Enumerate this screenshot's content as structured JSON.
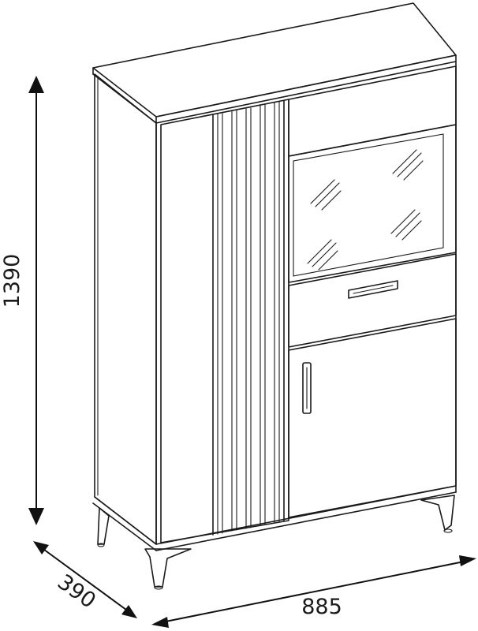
{
  "dimensions": {
    "height": "1390",
    "depth": "390",
    "width": "885"
  },
  "colors": {
    "line": "#1a1a1a",
    "background": "#ffffff"
  },
  "icons": {
    "drawer_handle": "bar-handle-icon",
    "door_handle": "vertical-handle-icon",
    "glass_reflection": "glass-hatch-icon"
  }
}
